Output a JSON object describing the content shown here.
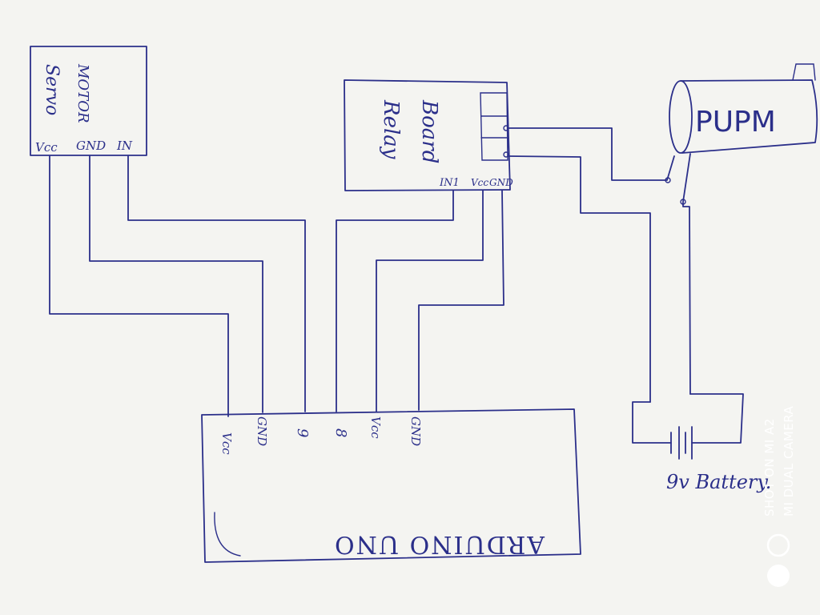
{
  "servo": {
    "label_line1": "Servo",
    "label_line2": "MOTOR",
    "pin_vcc": "Vcc",
    "pin_gnd": "GND",
    "pin_in": "IN"
  },
  "relay": {
    "label_line1": "Relay",
    "label_line2": "Board",
    "pin_in1": "IN1",
    "pin_vcc": "Vcc",
    "pin_gnd": "GND"
  },
  "pump": {
    "label": "PUPM"
  },
  "battery": {
    "label": "9v Battery."
  },
  "arduino": {
    "label": "ARDUINO UNO",
    "pins": [
      "Vcc",
      "GND",
      "9",
      "8",
      "Vcc",
      "GND"
    ]
  },
  "watermark": {
    "line1": "SHOT ON MI A2",
    "line2": "MI DUAL CAMERA"
  },
  "colors": {
    "ink": "#2b2f8a",
    "paper": "#f4f4f1"
  }
}
